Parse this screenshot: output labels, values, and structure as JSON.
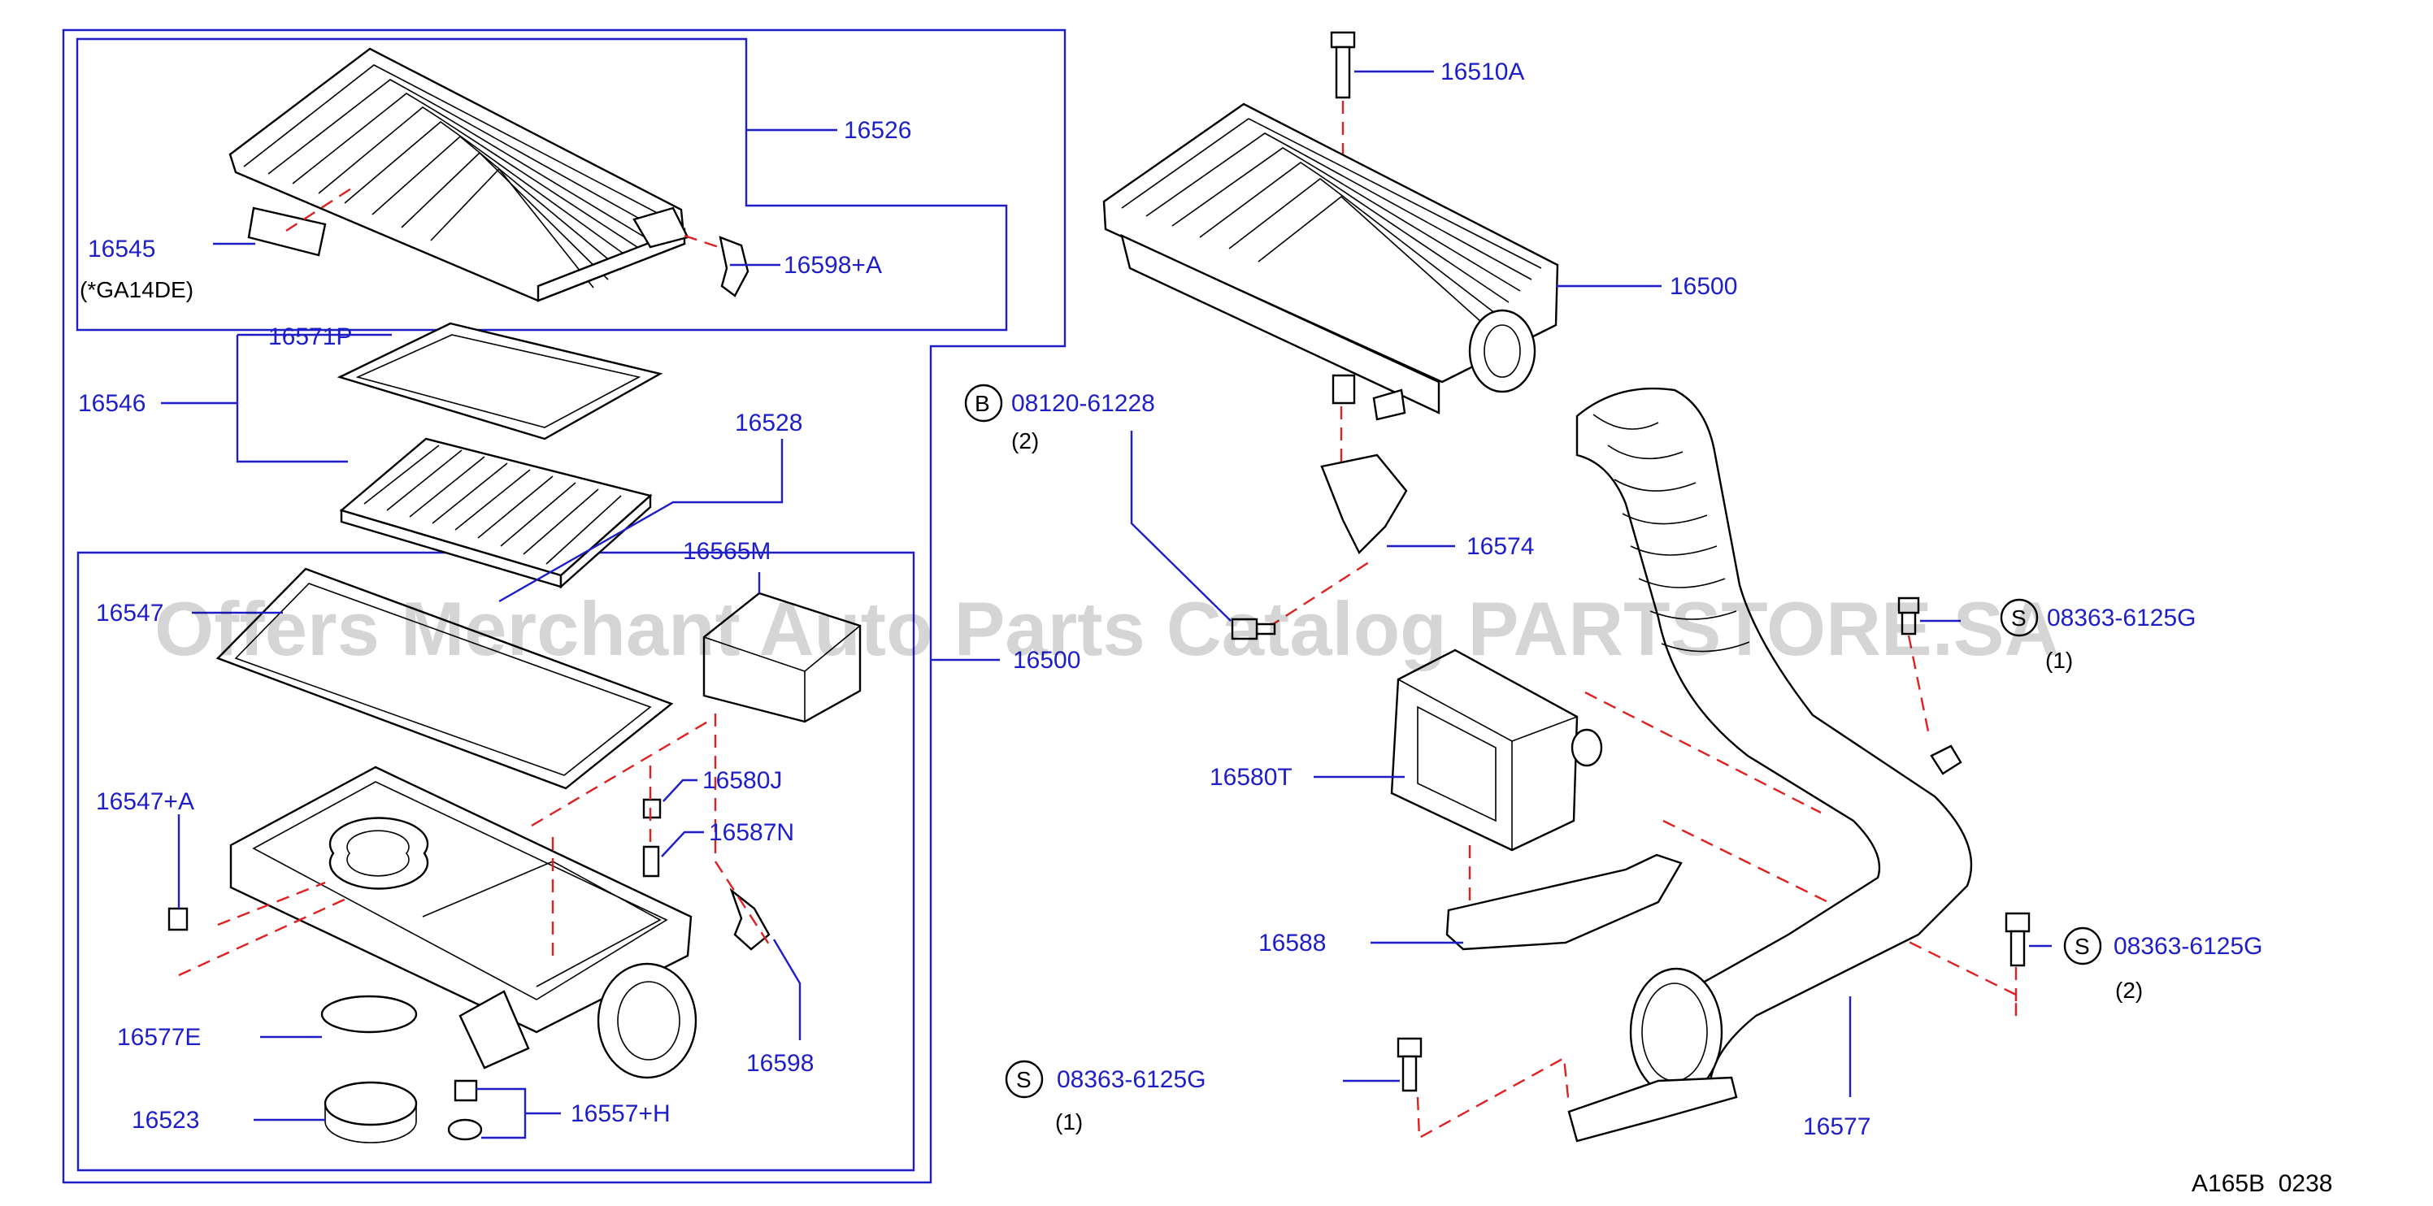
{
  "parts": [
    {
      "key": "p16526",
      "code": "16526"
    },
    {
      "key": "p16545",
      "code": "16545"
    },
    {
      "key": "p16545n",
      "code": "(*GA14DE)"
    },
    {
      "key": "p16598a",
      "code": "16598+A"
    },
    {
      "key": "p16571p",
      "code": "16571P"
    },
    {
      "key": "p16546",
      "code": "16546"
    },
    {
      "key": "p16528",
      "code": "16528"
    },
    {
      "key": "p16565m",
      "code": "16565M"
    },
    {
      "key": "p16547",
      "code": "16547"
    },
    {
      "key": "p16500l",
      "code": "16500"
    },
    {
      "key": "p16580j",
      "code": "16580J"
    },
    {
      "key": "p16547a",
      "code": "16547+A"
    },
    {
      "key": "p16587n",
      "code": "16587N"
    },
    {
      "key": "p16598",
      "code": "16598"
    },
    {
      "key": "p16577e",
      "code": "16577E"
    },
    {
      "key": "p16523",
      "code": "16523"
    },
    {
      "key": "p16557h",
      "code": "16557+H"
    },
    {
      "key": "p16510a",
      "code": "16510A"
    },
    {
      "key": "p16500r",
      "code": "16500"
    },
    {
      "key": "p08120",
      "code": "08120-61228"
    },
    {
      "key": "p08120q",
      "code": "(2)"
    },
    {
      "key": "p16574",
      "code": "16574"
    },
    {
      "key": "p08363a",
      "code": "08363-6125G"
    },
    {
      "key": "p08363aq",
      "code": "(1)"
    },
    {
      "key": "p16580t",
      "code": "16580T"
    },
    {
      "key": "p16588",
      "code": "16588"
    },
    {
      "key": "p08363b",
      "code": "08363-6125G"
    },
    {
      "key": "p08363bq",
      "code": "(2)"
    },
    {
      "key": "p08363c",
      "code": "08363-6125G"
    },
    {
      "key": "p08363cq",
      "code": "(1)"
    },
    {
      "key": "p16577",
      "code": "16577"
    }
  ],
  "symbols": {
    "bolt_b": "B",
    "screw_s": "S"
  },
  "diagram_ref": "A165B  0238",
  "watermark": "Offers Merchant Auto Parts Catalog PARTSTORE.SA",
  "colors": {
    "part_number": "#1e1ec8",
    "leader_dash": "#e02020",
    "outline": "#000000"
  }
}
